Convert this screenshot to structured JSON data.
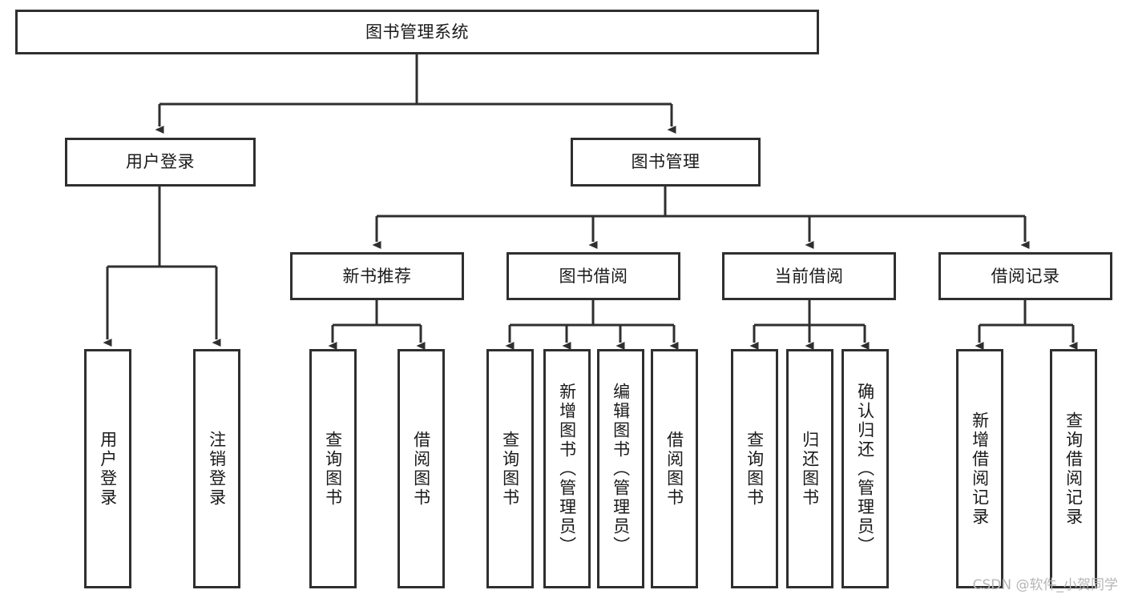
{
  "diagram": {
    "title_node": {
      "label": "图书管理系统"
    },
    "level2": [
      {
        "id": "user-login",
        "label": "用户登录"
      },
      {
        "id": "book-manage",
        "label": "图书管理"
      }
    ],
    "level3": [
      {
        "id": "new-book-recommend",
        "label": "新书推荐"
      },
      {
        "id": "book-borrow",
        "label": "图书借阅"
      },
      {
        "id": "current-borrow",
        "label": "当前借阅"
      },
      {
        "id": "borrow-record",
        "label": "借阅记录"
      }
    ],
    "leaves": [
      {
        "id": "leaf-user-login",
        "label": "用户登录"
      },
      {
        "id": "leaf-logout-login",
        "label": "注销登录"
      },
      {
        "id": "leaf-query-book-1",
        "label": "查询图书"
      },
      {
        "id": "leaf-borrow-book-1",
        "label": "借阅图书"
      },
      {
        "id": "leaf-query-book-2",
        "label": "查询图书"
      },
      {
        "id": "leaf-add-book",
        "label": "新增图书（管理员）"
      },
      {
        "id": "leaf-edit-book",
        "label": "编辑图书（管理员）"
      },
      {
        "id": "leaf-borrow-book-2",
        "label": "借阅图书"
      },
      {
        "id": "leaf-query-book-3",
        "label": "查询图书"
      },
      {
        "id": "leaf-return-book",
        "label": "归还图书"
      },
      {
        "id": "leaf-confirm-return",
        "label": "确认归还（管理员）"
      },
      {
        "id": "leaf-add-record",
        "label": "新增借阅记录"
      },
      {
        "id": "leaf-query-record",
        "label": "查询借阅记录"
      }
    ],
    "watermark": "CSDN @软件_小贺同学",
    "colors": {
      "stroke": "#2f2f2f",
      "text": "#1a1a1a",
      "background": "#ffffff",
      "watermark": "#b6b6b6"
    }
  }
}
